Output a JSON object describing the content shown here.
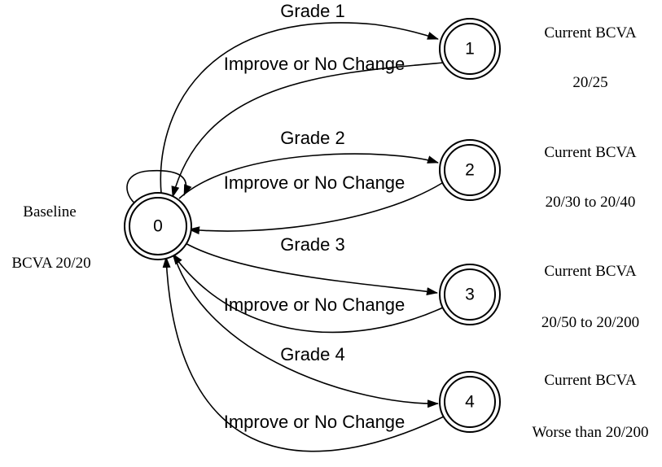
{
  "colors": {
    "stroke": "#000000",
    "background": "#ffffff"
  },
  "baseline": {
    "state": "0",
    "line1": "Baseline",
    "line2": "BCVA 20/20"
  },
  "grades": [
    {
      "state": "1",
      "forward_label": "Grade 1",
      "return_label": "Improve or No Change",
      "bcva_title": "Current BCVA",
      "bcva_value": "20/25"
    },
    {
      "state": "2",
      "forward_label": "Grade 2",
      "return_label": "Improve or No Change",
      "bcva_title": "Current BCVA",
      "bcva_value": "20/30 to 20/40"
    },
    {
      "state": "3",
      "forward_label": "Grade 3",
      "return_label": "Improve or No Change",
      "bcva_title": "Current BCVA",
      "bcva_value": "20/50 to 20/200"
    },
    {
      "state": "4",
      "forward_label": "Grade 4",
      "return_label": "Improve or No Change",
      "bcva_title": "Current BCVA",
      "bcva_value": "Worse than 20/200"
    }
  ]
}
